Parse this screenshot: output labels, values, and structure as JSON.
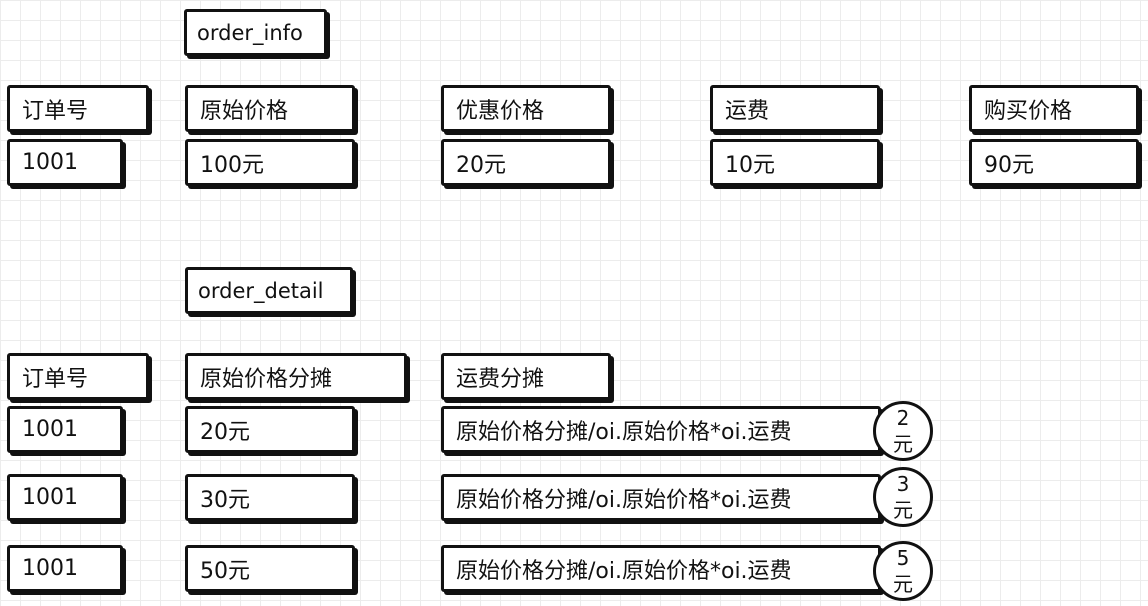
{
  "order_info": {
    "title": "order_info",
    "columns": [
      {
        "header": "订单号",
        "value": "1001"
      },
      {
        "header": "原始价格",
        "value": "100元"
      },
      {
        "header": "优惠价格",
        "value": "20元"
      },
      {
        "header": "运费",
        "value": "10元"
      },
      {
        "header": "购买价格",
        "value": "90元"
      }
    ]
  },
  "order_detail": {
    "title": "order_detail",
    "headers": [
      "订单号",
      "原始价格分摊",
      "运费分摊"
    ],
    "rows": [
      {
        "order_id": "1001",
        "price_share": "20元",
        "formula": "原始价格分摊/oi.原始价格*oi.运费",
        "result_num": "2",
        "result_unit": "元"
      },
      {
        "order_id": "1001",
        "price_share": "30元",
        "formula": "原始价格分摊/oi.原始价格*oi.运费",
        "result_num": "3",
        "result_unit": "元"
      },
      {
        "order_id": "1001",
        "price_share": "50元",
        "formula": "原始价格分摊/oi.原始价格*oi.运费",
        "result_num": "5",
        "result_unit": "元"
      }
    ]
  }
}
